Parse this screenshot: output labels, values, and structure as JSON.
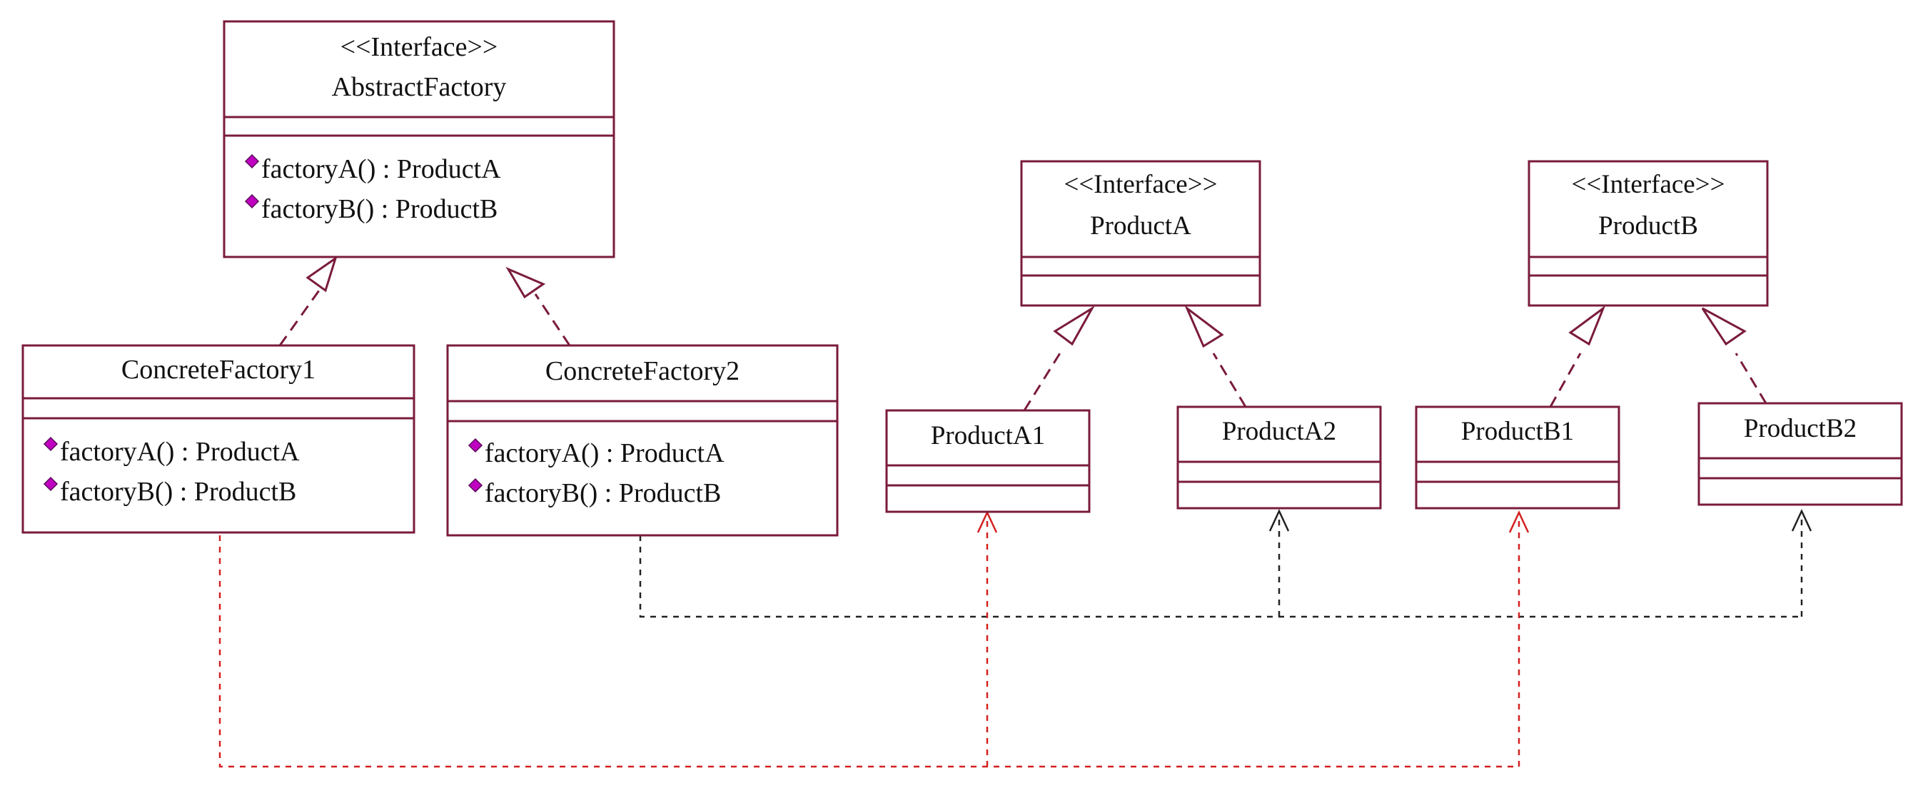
{
  "diagram": {
    "classes": [
      {
        "id": "abstract-factory",
        "stereotype": "<<Interface>>",
        "name": "AbstractFactory",
        "operations": [
          "factoryA() : ProductA",
          "factoryB() : ProductB"
        ]
      },
      {
        "id": "concrete-factory-1",
        "stereotype": "",
        "name": "ConcreteFactory1",
        "operations": [
          "factoryA() : ProductA",
          "factoryB() : ProductB"
        ]
      },
      {
        "id": "concrete-factory-2",
        "stereotype": "",
        "name": "ConcreteFactory2",
        "operations": [
          "factoryA() : ProductA",
          "factoryB() : ProductB"
        ]
      },
      {
        "id": "product-a",
        "stereotype": "<<Interface>>",
        "name": "ProductA",
        "operations": []
      },
      {
        "id": "product-b",
        "stereotype": "<<Interface>>",
        "name": "ProductB",
        "operations": []
      },
      {
        "id": "product-a1",
        "stereotype": "",
        "name": "ProductA1",
        "operations": []
      },
      {
        "id": "product-a2",
        "stereotype": "",
        "name": "ProductA2",
        "operations": []
      },
      {
        "id": "product-b1",
        "stereotype": "",
        "name": "ProductB1",
        "operations": []
      },
      {
        "id": "product-b2",
        "stereotype": "",
        "name": "ProductB2",
        "operations": []
      }
    ],
    "realizations": [
      {
        "from": "concrete-factory-1",
        "to": "abstract-factory"
      },
      {
        "from": "concrete-factory-2",
        "to": "abstract-factory"
      },
      {
        "from": "product-a1",
        "to": "product-a"
      },
      {
        "from": "product-a2",
        "to": "product-a"
      },
      {
        "from": "product-b1",
        "to": "product-b"
      },
      {
        "from": "product-b2",
        "to": "product-b"
      }
    ],
    "dependencies": [
      {
        "from": "concrete-factory-1",
        "to": [
          "product-a1",
          "product-b1"
        ],
        "color": "#d42020"
      },
      {
        "from": "concrete-factory-2",
        "to": [
          "product-a2",
          "product-b2"
        ],
        "color": "#222222"
      }
    ],
    "colors": {
      "class_border": "#7a1b3c",
      "operation_icon": "#c000c0"
    },
    "icons": {
      "operation": "operation-diamond-icon"
    }
  }
}
